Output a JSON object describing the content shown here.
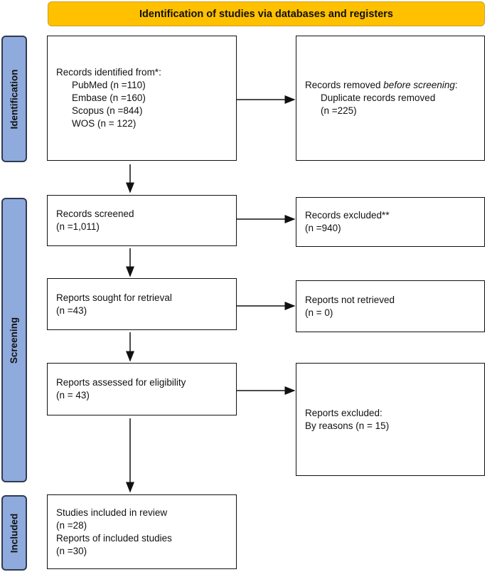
{
  "header": "Identification of studies via databases and registers",
  "phases": {
    "identification": "Identification",
    "screening": "Screening",
    "included": "Included"
  },
  "identified": {
    "title": "Records identified from*:",
    "sources": [
      "PubMed (n =110)",
      "Embase (n =160)",
      "Scopus (n =844)",
      "WOS (n = 122)"
    ]
  },
  "removed": {
    "title_a": "Records removed ",
    "title_b": "before screening",
    "title_c": ":",
    "line": "Duplicate records removed",
    "n": "(n =225)"
  },
  "screened": {
    "title": "Records screened",
    "n": "(n =1,011)"
  },
  "excluded": {
    "title": "Records excluded**",
    "n": "(n =940)"
  },
  "sought": {
    "title": "Reports sought for retrieval",
    "n": "(n =43)"
  },
  "not_retrieved": {
    "title": "Reports not retrieved",
    "n": "(n = 0)"
  },
  "assessed": {
    "title": "Reports assessed for eligibility",
    "n": "(n = 43)"
  },
  "reports_excluded": {
    "title": "Reports excluded:",
    "line": "By reasons (n = 15)"
  },
  "included": {
    "l1": "Studies included in review",
    "l2": "(n =28)",
    "l3": "Reports of included studies",
    "l4": "(n =30)"
  },
  "colors": {
    "header": "#FFC000",
    "phase": "#8FAADC"
  }
}
